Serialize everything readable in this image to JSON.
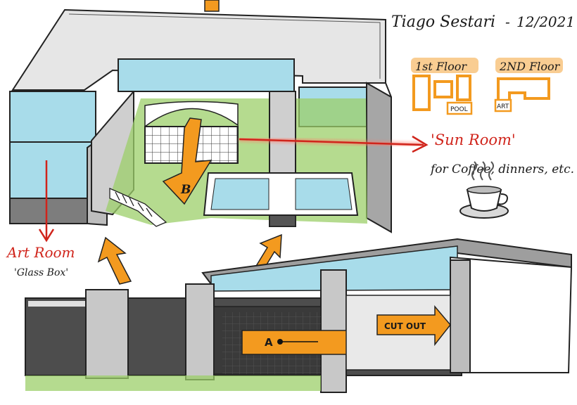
{
  "header": {
    "author": "Tiago Sestari",
    "separator": "-",
    "date": "12/2021"
  },
  "floor_plans": {
    "first_floor": {
      "title": "1st Floor",
      "pool_label": "POOL"
    },
    "second_floor": {
      "title": "2ND Floor",
      "art_label": "ART"
    }
  },
  "callouts": {
    "sun_room": "'Sun Room'",
    "sun_room_note": "for Coffee, dinners, etc.",
    "art_room": "Art Room",
    "glass_box": "'Glass Box'",
    "cut_out": "CUT OUT",
    "marker_a": "A",
    "marker_b": "B"
  },
  "icons": {
    "coffee_cup": "coffee-cup-icon"
  },
  "colors": {
    "accent_orange": "#f39a1f",
    "arrow_red": "#d0241b",
    "glass_blue": "#a8dcea",
    "lawn_green": "#9ccf6a",
    "concrete_gray": "#bdbdbd",
    "dark_gray": "#4a4a4a"
  }
}
